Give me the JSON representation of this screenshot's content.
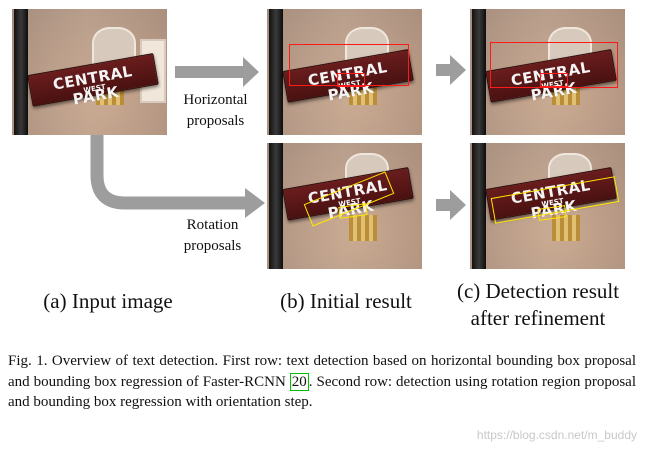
{
  "photos": {
    "sign_main_text": "CENTRAL PARK",
    "sign_sub_text": "WEST"
  },
  "flow_labels": {
    "horizontal": [
      "Horizontal",
      "proposals"
    ],
    "rotation": [
      "Rotation",
      "proposals"
    ]
  },
  "subfigures": {
    "a": "(a) Input image",
    "b": "(b) Initial result",
    "c": [
      "(c) Detection result",
      "after refinement"
    ]
  },
  "caption": {
    "part1": "Fig. 1.  Overview of text detection. First row: text detection based on horizontal bounding box proposal and bounding box regression of Faster-RCNN ",
    "cite": "20",
    "part2": ". Second row: detection using rotation region proposal and bounding box regression with orientation step."
  },
  "watermark": "https://blog.csdn.net/m_buddy",
  "colors": {
    "horizontal_box": "#ff1a1a",
    "rotation_box": "#ffe600",
    "arrow": "#9d9d9d",
    "citation_box": "#00c000"
  }
}
